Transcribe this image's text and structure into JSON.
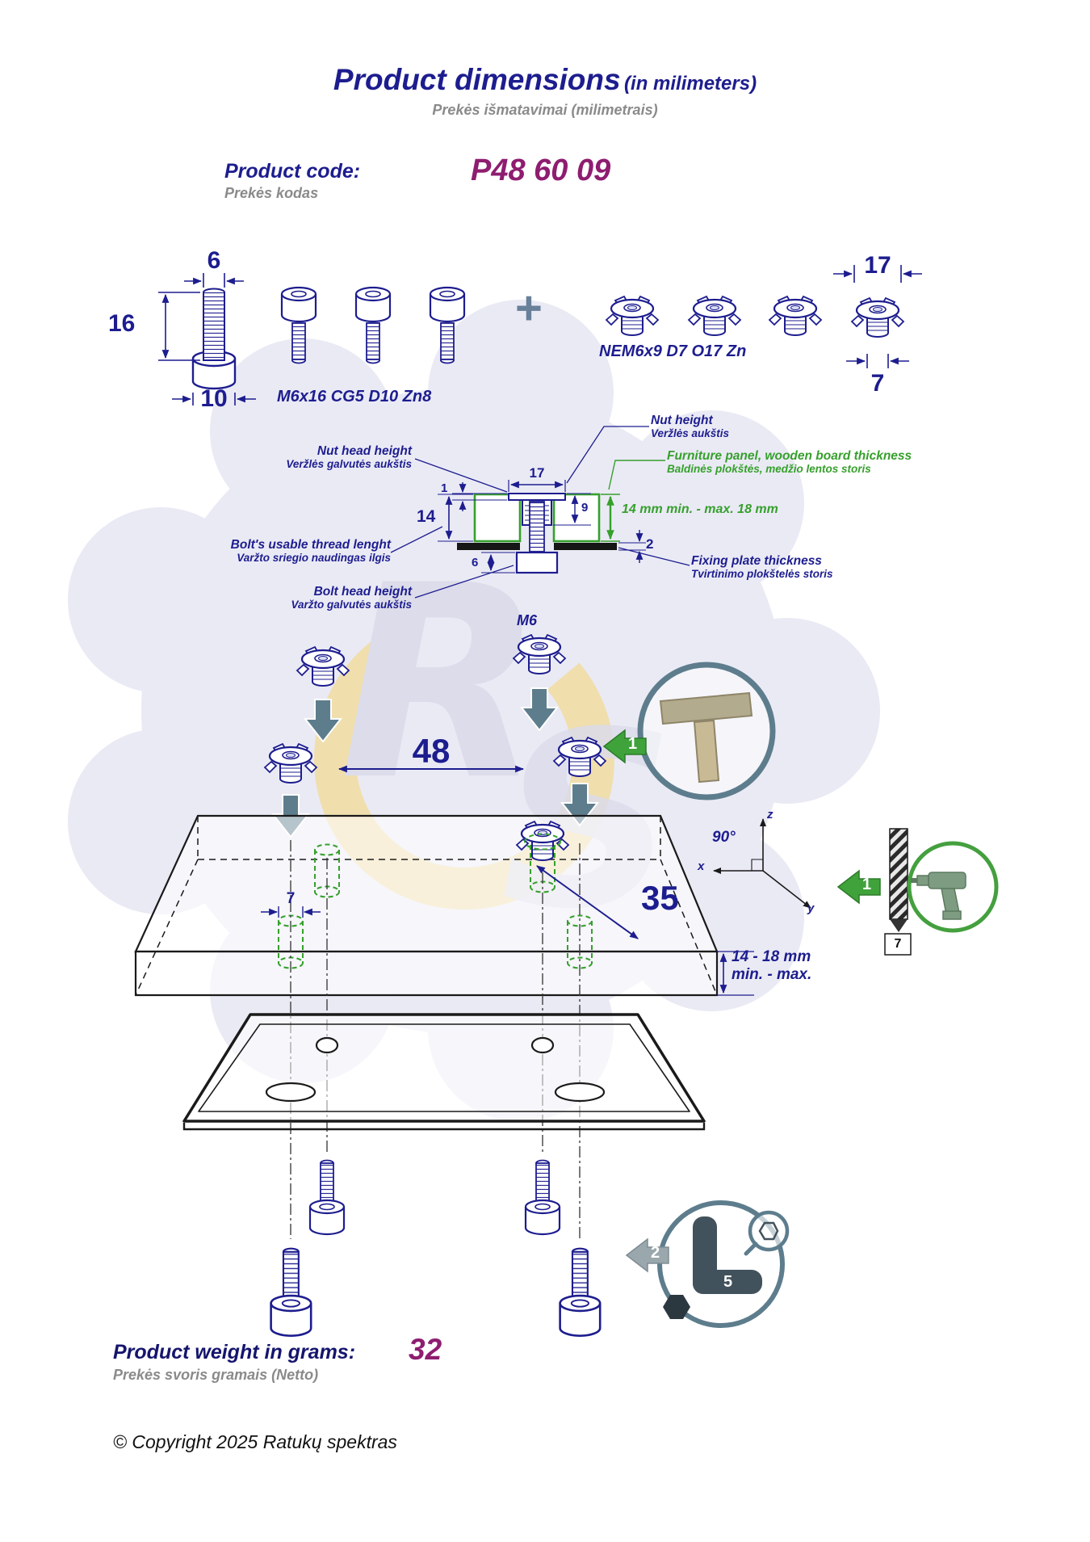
{
  "colors": {
    "navy": "#1d1d8f",
    "green": "#36a02c",
    "magenta": "#8e1d70",
    "gray": "#8a8a8a",
    "steel": "#5d7d8d",
    "watermark_lavender": "#eaeaf5",
    "watermark_gold": "#f2dc9c"
  },
  "icons": {
    "hammer": "hammer-icon",
    "drill": "drill-icon",
    "hex_key": "hex-key-icon",
    "drill_bit": "drill-bit-icon",
    "magnifier": "magnifier-icon",
    "down_arrow": "down-arrow-icon",
    "step_arrow": "step-arrow-icon",
    "plus": "plus-icon"
  },
  "header": {
    "title": "Product dimensions",
    "title_suffix": " (in milimeters)",
    "subtitle": "Prekės išmatavimai (milimetrais)"
  },
  "product_code": {
    "label_en": "Product code:",
    "label_lt": "Prekės kodas",
    "value": "P48 60 09"
  },
  "bolt": {
    "label": "M6x16 CG5 D10 Zn8",
    "dim_thread_diameter": "6",
    "dim_length": "16",
    "dim_head_diameter": "10"
  },
  "plus_sign": "+",
  "nut": {
    "label": "NEM6x9 D7 O17 Zn",
    "dim_flange_diameter": "17",
    "dim_barrel_diameter": "7"
  },
  "cross_section": {
    "dim_flange": "17",
    "dim_head": "1",
    "dim_nut_height": "9",
    "dim_thread_length": "14",
    "dim_bolt_head": "6",
    "dim_plate": "2",
    "nut_height_en": "Nut height",
    "nut_height_lt": "Veržlės aukštis",
    "nut_head_height_en": "Nut head height",
    "nut_head_height_lt": "Veržlės galvutės aukštis",
    "panel_en": "Furniture panel, wooden board thickness",
    "panel_lt": "Baldinės plokštės, medžio lentos storis",
    "panel_range": "14 mm min. - max. 18 mm",
    "thread_en": "Bolt's usable thread lenght",
    "thread_lt": "Varžto sriegio naudingas ilgis",
    "plate_en": "Fixing plate thickness",
    "plate_lt": "Tvirtinimo plokštelės storis",
    "bolt_head_en": "Bolt head height",
    "bolt_head_lt": "Varžto galvutės aukštis"
  },
  "assembly": {
    "m6": "M6",
    "dim_spacing": "48",
    "dim_diagonal": "35",
    "dim_hole": "7",
    "angle": "90°",
    "axis_x": "x",
    "axis_y": "y",
    "axis_z": "z",
    "drill_bit_size": "7",
    "thickness_range": "14 - 18 mm",
    "thickness_minmax": "min. - max.",
    "step_hammer": "1",
    "step_drill": "1",
    "step_hex": "2",
    "hex_key_size": "5"
  },
  "watermark": {
    "letter_r": "R",
    "letter_s": "S"
  },
  "footer": {
    "weight_label_en": "Product weight in grams:",
    "weight_label_lt": "Prekės svoris gramais (Netto)",
    "weight_value": "32",
    "copyright": "© Copyright 2025 Ratukų spektras"
  }
}
